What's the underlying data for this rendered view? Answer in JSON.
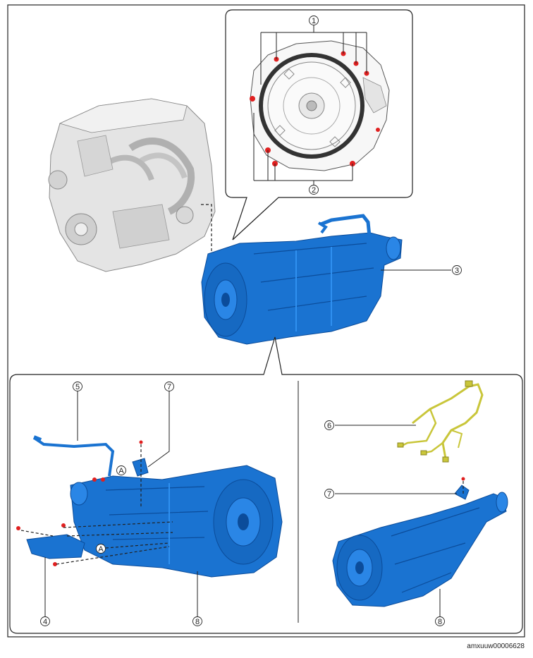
{
  "callouts": {
    "c1": "1",
    "c2": "2",
    "c3": "3",
    "c4": "4",
    "c5": "5",
    "c6": "6",
    "c7a": "7",
    "c7b": "7",
    "c8a": "8",
    "c8b": "8",
    "ref_a1": "A",
    "ref_a2": "A"
  },
  "document_code": "amxuuw00006628",
  "colors": {
    "transmission": "#1a73d1",
    "transmission_dark": "#0b4c9a",
    "harness": "#c9c63a",
    "engine": "#dcdcdc",
    "bolt": "#e02020"
  }
}
